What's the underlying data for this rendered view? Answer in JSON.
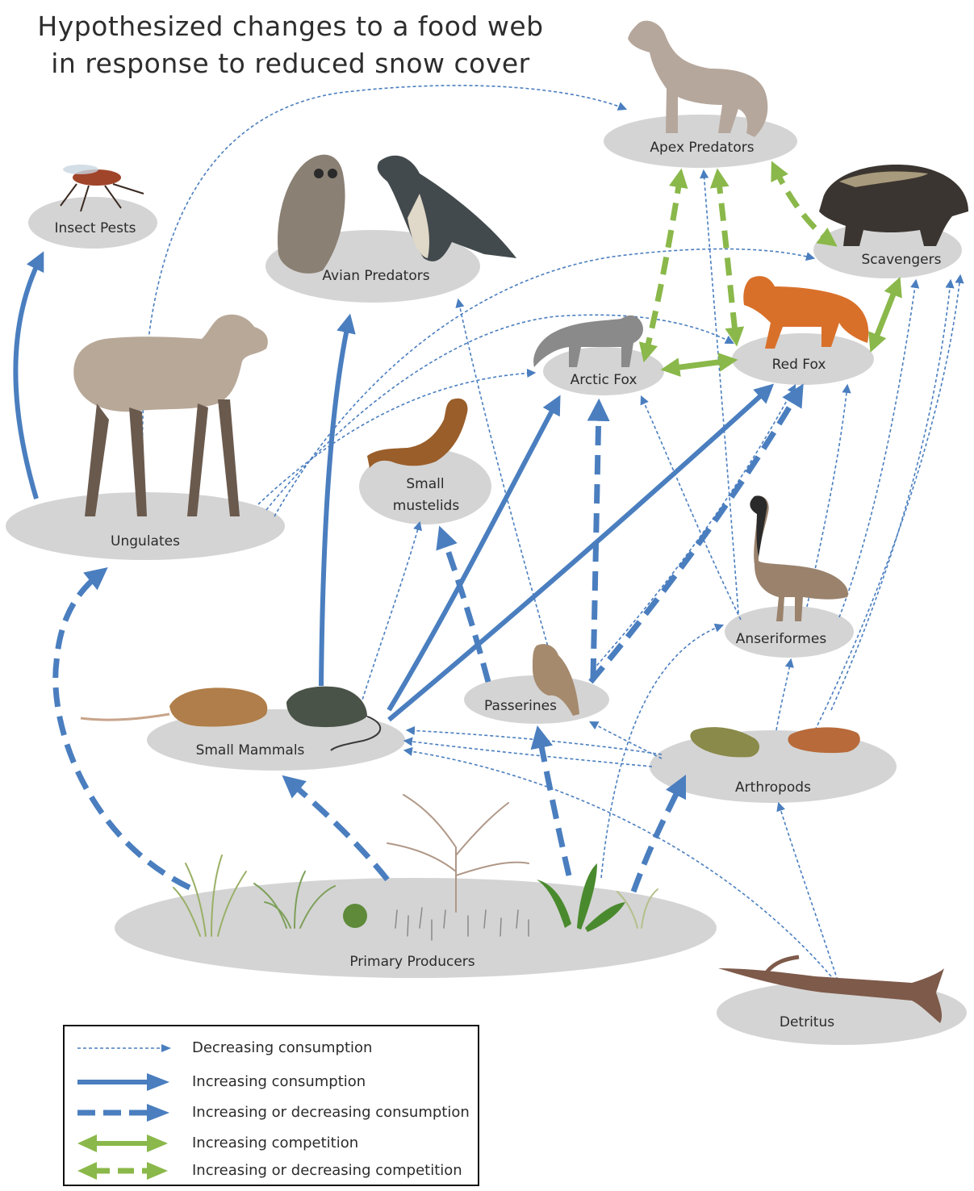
{
  "title": {
    "line1": "Hypothesized changes to a food web",
    "line2": "in response to reduced snow cover"
  },
  "colors": {
    "node_fill": "#d4d4d4",
    "consumption_blue": "#4a7ebf",
    "competition_green": "#8ab84a"
  },
  "nodes": {
    "apex_predators": "Apex Predators",
    "insect_pests": "Insect Pests",
    "avian_predators": "Avian Predators",
    "scavengers": "Scavengers",
    "arctic_fox": "Arctic Fox",
    "red_fox": "Red Fox",
    "small_mustelids_line1": "Small",
    "small_mustelids_line2": "mustelids",
    "ungulates": "Ungulates",
    "anseriformes": "Anseriformes",
    "passerines": "Passerines",
    "small_mammals": "Small Mammals",
    "arthropods": "Arthropods",
    "primary_producers": "Primary Producers",
    "detritus": "Detritus"
  },
  "legend": [
    {
      "label": "Decreasing consumption",
      "style": "thin-dotted-blue"
    },
    {
      "label": "Increasing consumption",
      "style": "solid-blue"
    },
    {
      "label": "Increasing or decreasing consumption",
      "style": "dashed-blue"
    },
    {
      "label": "Increasing competition",
      "style": "solid-green-double"
    },
    {
      "label": "Increasing or decreasing competition",
      "style": "dashed-green-double"
    }
  ]
}
